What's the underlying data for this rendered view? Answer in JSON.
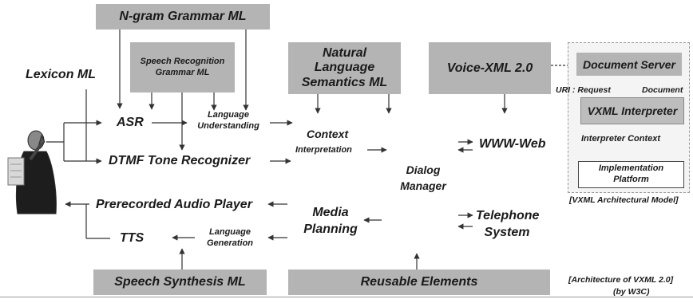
{
  "diagram": {
    "top_boxes": {
      "ngram": "N-gram Grammar ML",
      "speech_recognition": "Speech Recognition Grammar ML",
      "nl_semantics": "Natural Language Semantics ML",
      "voicexml": "Voice-XML 2.0"
    },
    "bottom_boxes": {
      "speech_synthesis": "Speech Synthesis ML",
      "reusable": "Reusable Elements"
    },
    "labels": {
      "lexicon": "Lexicon ML",
      "asr": "ASR",
      "language_understanding": "Language Understanding",
      "dtmf": "DTMF Tone Recognizer",
      "context": "Context",
      "interpretation": "Interpretation",
      "www_web": "WWW-Web",
      "dialog_manager": "Dialog Manager",
      "prerecorded": "Prerecorded Audio Player",
      "media_planning": "Media Planning",
      "telephone_system": "Telephone System",
      "tts": "TTS",
      "language_generation": "Language Generation"
    },
    "vxml_model": {
      "document_server": "Document Server",
      "uri_request": "URI : Request",
      "document": "Document",
      "vxml_interpreter": "VXML Interpreter",
      "interpreter_context": "Interpreter Context",
      "implementation_platform": "Implementation Platform",
      "caption": "[VXML Architectural Model]"
    },
    "caption": {
      "line1": "[Architecture of VXML 2.0]",
      "line2": "(by W3C)"
    }
  },
  "colors": {
    "box_fill": "#b4b4b4",
    "line": "#333333",
    "text": "#1a1a1a"
  },
  "icons": {
    "user": "person-on-phone-icon"
  }
}
